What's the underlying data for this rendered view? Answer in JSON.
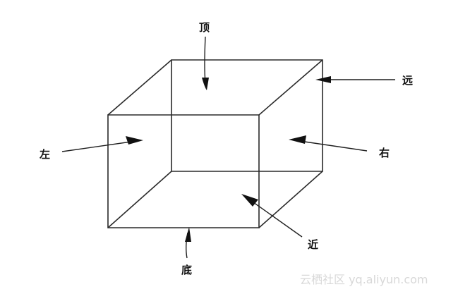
{
  "faces": {
    "top": "顶",
    "far": "远",
    "left": "左",
    "right": "右",
    "near": "近",
    "bottom": "底"
  },
  "watermark": "云栖社区 yq.aliyun.com",
  "colors": {
    "line": "#2a2a2a",
    "text": "#111111",
    "watermark": "#d8d8d8",
    "background": "#ffffff"
  }
}
